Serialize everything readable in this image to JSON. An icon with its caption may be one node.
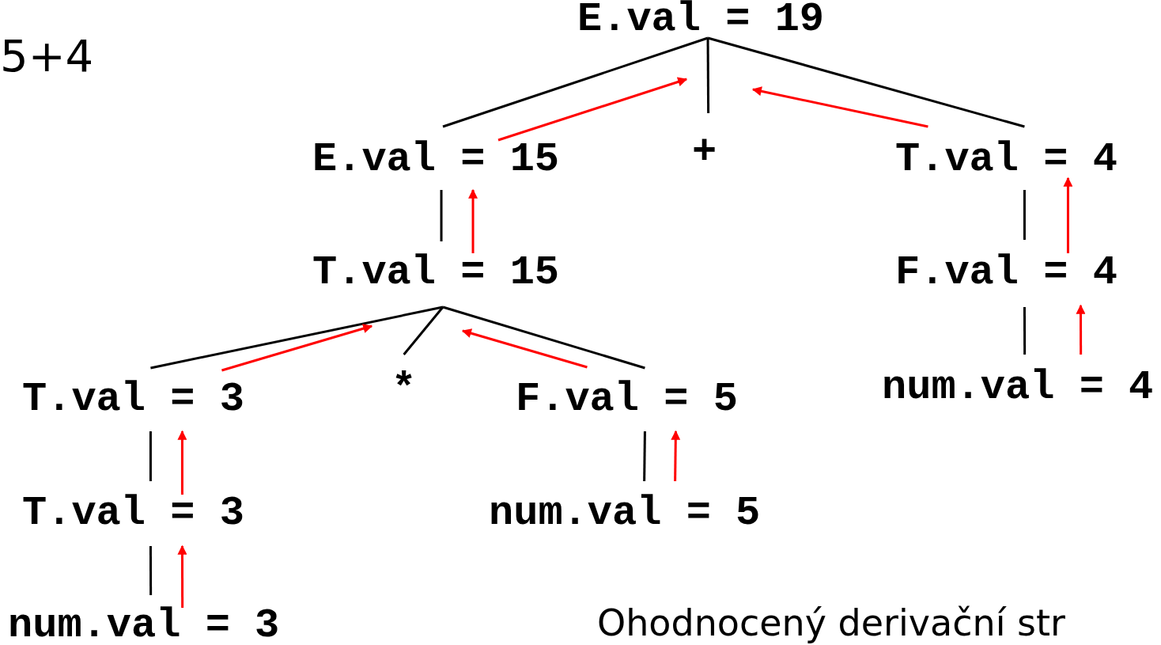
{
  "diagram": {
    "nodes": [
      {
        "text": [
          "E.val = 19"
        ]
      },
      {
        "text": [
          "E.val = 15"
        ]
      },
      {
        "text": [
          "+"
        ]
      },
      {
        "text": [
          "T.val = 4"
        ]
      },
      {
        "text": [
          "T.val = 15"
        ]
      },
      {
        "text": [
          "F.val = 4"
        ]
      },
      {
        "text": [
          "T.val = 3"
        ]
      },
      {
        "text": [
          "*"
        ]
      },
      {
        "text": [
          "F.val = 5"
        ]
      },
      {
        "text": [
          "num.val = 4"
        ]
      },
      {
        "text": [
          "T.val = 3"
        ]
      },
      {
        "text": [
          "num.val = 5"
        ]
      },
      {
        "text": [
          "num.val = 3"
        ]
      }
    ],
    "edges": [
      {
        "from": 0,
        "to": 1,
        "arrow": "none"
      },
      {
        "from": 0,
        "to": 2,
        "arrow": "none"
      },
      {
        "from": 0,
        "to": 3,
        "arrow": "none"
      },
      {
        "from": 1,
        "to": 4,
        "arrow": "none"
      },
      {
        "from": 3,
        "to": 5,
        "arrow": "none"
      },
      {
        "from": 5,
        "to": 9,
        "arrow": "none"
      },
      {
        "from": 4,
        "to": 6,
        "arrow": "none"
      },
      {
        "from": 4,
        "to": 7,
        "arrow": "none"
      },
      {
        "from": 4,
        "to": 8,
        "arrow": "none"
      },
      {
        "from": 6,
        "to": 10,
        "arrow": "none"
      },
      {
        "from": 8,
        "to": 11,
        "arrow": "none"
      },
      {
        "from": 10,
        "to": 12,
        "arrow": "none"
      },
      {
        "from": 1,
        "to": 0,
        "arrow": "to",
        "color": "#ff0000"
      },
      {
        "from": 3,
        "to": 0,
        "arrow": "to",
        "color": "#ff0000"
      },
      {
        "from": 4,
        "to": 1,
        "arrow": "to",
        "color": "#ff0000"
      },
      {
        "from": 5,
        "to": 3,
        "arrow": "to",
        "color": "#ff0000"
      },
      {
        "from": 9,
        "to": 5,
        "arrow": "to",
        "color": "#ff0000"
      },
      {
        "from": 6,
        "to": 4,
        "arrow": "to",
        "color": "#ff0000"
      },
      {
        "from": 8,
        "to": 4,
        "arrow": "to",
        "color": "#ff0000"
      },
      {
        "from": 10,
        "to": 6,
        "arrow": "to",
        "color": "#ff0000"
      },
      {
        "from": 11,
        "to": 8,
        "arrow": "to",
        "color": "#ff0000"
      },
      {
        "from": 12,
        "to": 10,
        "arrow": "to",
        "color": "#ff0000"
      }
    ],
    "labels": [
      "5+4",
      "Ohodnocený derivační str"
    ]
  }
}
